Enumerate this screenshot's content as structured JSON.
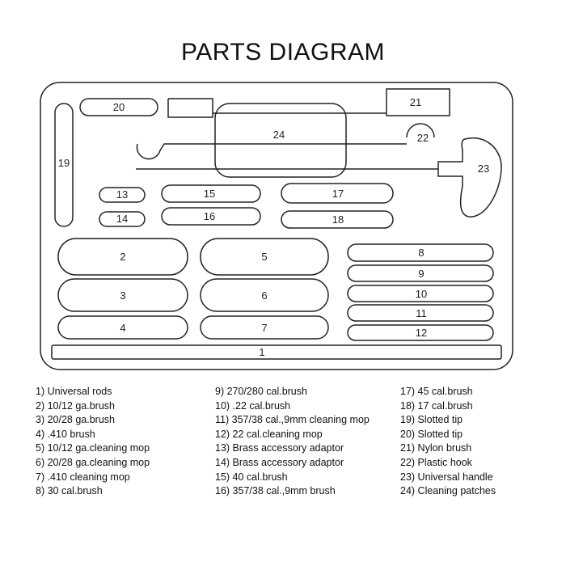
{
  "title": "PARTS DIAGRAM",
  "slots": {
    "s1": "1",
    "s2": "2",
    "s3": "3",
    "s4": "4",
    "s5": "5",
    "s6": "6",
    "s7": "7",
    "s8": "8",
    "s9": "9",
    "s10": "10",
    "s11": "11",
    "s12": "12",
    "s13": "13",
    "s14": "14",
    "s15": "15",
    "s16": "16",
    "s17": "17",
    "s18": "18",
    "s19": "19",
    "s20": "20",
    "s21": "21",
    "s22": "22",
    "s23": "23",
    "s24": "24"
  },
  "legend": {
    "col1": [
      "1) Universal rods",
      "2) 10/12 ga.brush",
      "3) 20/28 ga.brush",
      "4) .410 brush",
      "5) 10/12 ga.cleaning mop",
      "6) 20/28 ga.cleaning mop",
      "7) .410 cleaning mop",
      "8) 30 cal.brush"
    ],
    "col2": [
      "9) 270/280 cal.brush",
      "10) .22 cal.brush",
      "11) 357/38 cal.,9mm cleaning mop",
      "12) 22 cal.cleaning mop",
      "13) Brass accessory adaptor",
      "14) Brass accessory adaptor",
      "15) 40 cal.brush",
      "16) 357/38 cal.,9mm brush"
    ],
    "col3": [
      "17) 45 cal.brush",
      "18) 17 cal.brush",
      "19) Slotted tip",
      "20) Slotted tip",
      "21) Nylon brush",
      "22) Plastic hook",
      "23) Universal handle",
      "24) Cleaning patches"
    ]
  }
}
